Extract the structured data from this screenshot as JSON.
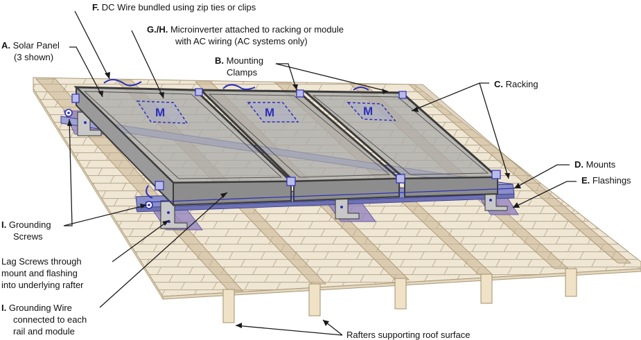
{
  "colors": {
    "roof_shingle": "#efe6d4",
    "shingle_line": "#b7a98e",
    "rafter": "#c9b493",
    "panel_glass": "#a9a9a9",
    "panel_frame": "#3b3b3b",
    "rail": "#8b8fc7",
    "flashing": "#8f7fbf",
    "accent_blue": "#2b2fb8",
    "leader_line": "#1a1a1a"
  },
  "icons": {
    "microinverter_mark": "M"
  },
  "labels": {
    "a": {
      "letter": "A.",
      "line1": "Solar Panel",
      "line2": "(3 shown)"
    },
    "f": {
      "letter": "F.",
      "line1": "DC Wire bundled using zip ties or clips"
    },
    "gh": {
      "letter": "G./H.",
      "line1": "Microinverter attached to racking or module",
      "line2": "with AC wiring (AC systems only)"
    },
    "b": {
      "letter": "B.",
      "line1": "Mounting",
      "line2": "Clamps"
    },
    "c": {
      "letter": "C.",
      "line1": "Racking"
    },
    "d": {
      "letter": "D.",
      "line1": "Mounts"
    },
    "e": {
      "letter": "E.",
      "line1": "Flashings"
    },
    "i_screws": {
      "letter": "I.",
      "line1": "Grounding",
      "line2": "Screws"
    },
    "lag": {
      "line1": "Lag Screws through",
      "line2": "mount and flashing",
      "line3": "into underlying rafter"
    },
    "i_wire": {
      "letter": "I.",
      "line1": "Grounding Wire",
      "line2": "connected to each",
      "line3": "rail and module"
    },
    "rafters": {
      "line1": "Rafters supporting roof surface"
    }
  }
}
